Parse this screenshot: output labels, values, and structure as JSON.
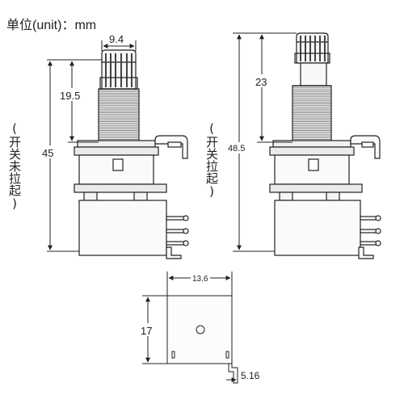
{
  "unit_label": "单位(unit)：mm",
  "left_view": {
    "caption": "(开关未拉起)",
    "dims": {
      "shaft_width": "9.4",
      "shaft_length": "19.5",
      "total_height": "45"
    }
  },
  "right_view": {
    "caption": "(开关拉起)",
    "dims": {
      "shaft_length": "23",
      "total_height": "48.5"
    }
  },
  "bottom_view": {
    "dims": {
      "width": "13.6",
      "height": "17",
      "pin_offset": "5.16"
    }
  }
}
